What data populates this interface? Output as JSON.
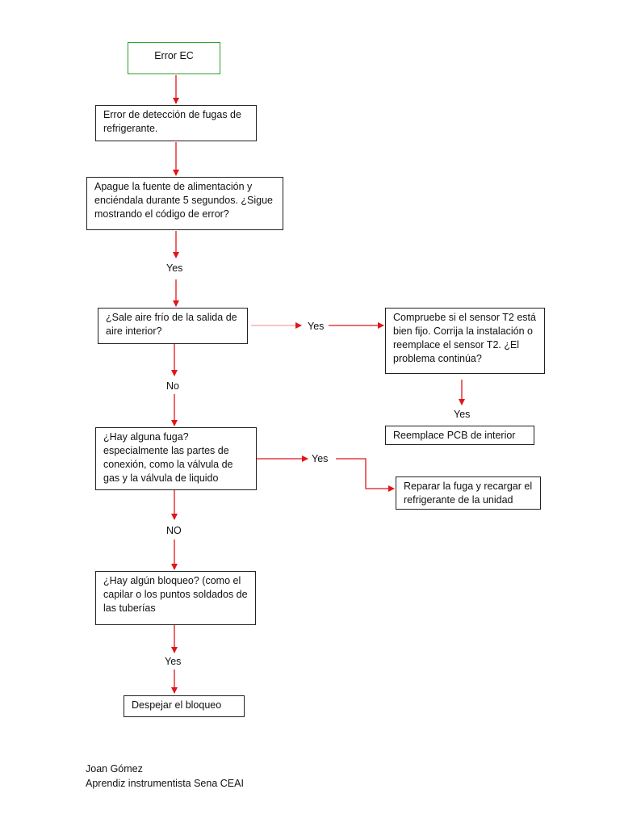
{
  "nodes": {
    "start": "Error EC",
    "leak_detection": "Error de detección de fugas de refrigerante.",
    "power_cycle": "Apague la fuente de alimentación y enciéndala durante 5 segundos. ¿Sigue mostrando el código de error?",
    "cold_air": "¿Sale aire frío de la salida de aire interior?",
    "check_t2": "Compruebe si el sensor T2 está bien fijo. Corrija la instalación o reemplace el sensor T2. ¿El problema continúa?",
    "replace_pcb": "Reemplace PCB de interior",
    "any_leak": "¿Hay alguna fuga? especialmente las partes de conexión, como la válvula de gas y la válvula de liquido",
    "repair_leak": "Reparar la fuga y recargar el refrigerante de la unidad",
    "any_blockage": "¿Hay algún bloqueo? (como el capilar o los puntos soldados de las tuberías",
    "clear_blockage": "Despejar el bloqueo"
  },
  "edge_labels": {
    "power_cycle_yes": "Yes",
    "cold_air_yes": "Yes",
    "cold_air_no": "No",
    "check_t2_yes": "Yes",
    "any_leak_yes": "Yes",
    "any_leak_no": "NO",
    "any_blockage_yes": "Yes"
  },
  "footer": {
    "author": "Joan Gómez",
    "role": "Aprendiz instrumentista Sena CEAI"
  },
  "colors": {
    "arrow": "#e0161b",
    "start_border": "#2e9e2e",
    "box_border": "#222222"
  }
}
